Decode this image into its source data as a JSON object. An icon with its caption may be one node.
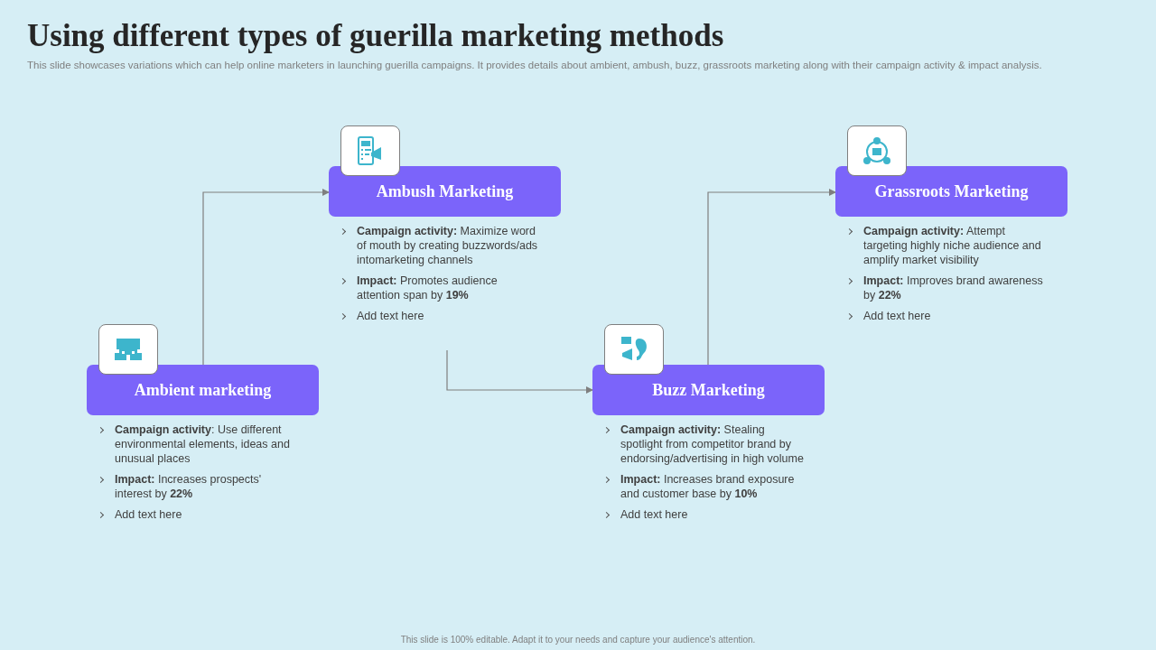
{
  "diagram": {
    "title": "Using different types of guerilla marketing methods",
    "caption": "This slide is 100% editable. Adapt it to your needs and capture your audience's attention.",
    "nodes": [
      {
        "text": [
          "Ambient marketing"
        ],
        "beside": [
          "**Campaign activity**: Use different environmental elements, ideas and unusual places",
          "**Impact:** Increases prospects' interest by **22%**",
          "Add text here"
        ]
      },
      {
        "text": [
          "Ambush Marketing"
        ],
        "beside": [
          "**Campaign activity:** Maximize word of mouth by creating buzzwords/ads intomarketing channels",
          "**Impact:** Promotes audience attention span by **19%**",
          "Add text here"
        ]
      },
      {
        "text": [
          "Buzz Marketing"
        ],
        "beside": [
          "**Campaign activity:** Stealing spotlight from competitor brand by endorsing/advertising in high volume",
          "**Impact:** Increases brand exposure and customer base by **10%**",
          "Add text here"
        ]
      },
      {
        "text": [
          "Grassroots Marketing"
        ],
        "beside": [
          "**Campaign activity:** Attempt targeting highly niche audience and amplify market visibility",
          "**Impact:** Improves brand awareness by **22%**",
          "Add text here"
        ]
      }
    ],
    "edges": [
      {
        "from": 0,
        "to": 1,
        "arrow": "to"
      },
      {
        "from": 1,
        "to": 2,
        "arrow": "to"
      },
      {
        "from": 2,
        "to": 3,
        "arrow": "to"
      }
    ],
    "labels": [
      "This slide showcases variations which can help online marketers in launching guerilla campaigns. It provides details about ambient, ambush, buzz, grassroots marketing along with their campaign activity & impact analysis."
    ]
  }
}
